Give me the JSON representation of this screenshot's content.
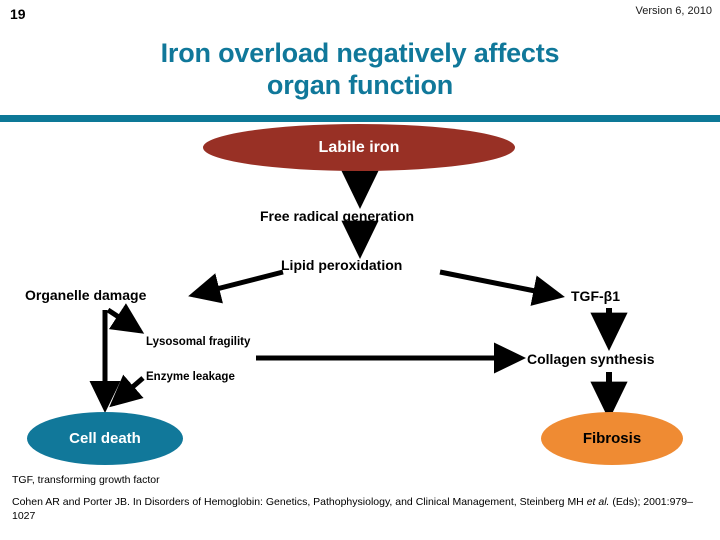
{
  "header": {
    "slide_number": "19",
    "version": "Version 6, 2010"
  },
  "title": {
    "line1": "Iron overload negatively affects",
    "line2": "organ function",
    "color": "#10789a",
    "rule_color": "#0d7897"
  },
  "diagram": {
    "nodes": {
      "labile_iron": "Labile iron",
      "free_radical_generation": "Free radical generation",
      "lipid_peroxidation": "Lipid peroxidation",
      "organelle_damage": "Organelle damage",
      "tgf_beta1": "TGF-β1",
      "lysosomal_fragility": "Lysosomal fragility",
      "enzyme_leakage": "Enzyme leakage",
      "collagen_synthesis": "Collagen synthesis",
      "cell_death": "Cell death",
      "fibrosis": "Fibrosis"
    },
    "colors": {
      "labile_iron_fill": "#983025",
      "labile_iron_text": "#ffffff",
      "cell_death_fill": "#11789a",
      "cell_death_text": "#ffffff",
      "fibrosis_fill": "#ef8b33",
      "fibrosis_text": "#000000",
      "arrow": "#000000"
    },
    "edges": [
      {
        "name": "labile-iron-to-free-radical",
        "from": "labile_iron",
        "to": "free_radical_generation"
      },
      {
        "name": "free-radical-to-lipid-peroxidation",
        "from": "free_radical_generation",
        "to": "lipid_peroxidation"
      },
      {
        "name": "lipid-peroxidation-to-organelle-damage",
        "from": "lipid_peroxidation",
        "to": "organelle_damage"
      },
      {
        "name": "lipid-peroxidation-to-tgf-beta1",
        "from": "lipid_peroxidation",
        "to": "tgf_beta1"
      },
      {
        "name": "organelle-damage-to-lysosomal-fragility",
        "from": "organelle_damage",
        "to": "lysosomal_fragility"
      },
      {
        "name": "organelle-damage-to-cell-death",
        "from": "organelle_damage",
        "to": "cell_death"
      },
      {
        "name": "enzyme-leakage-to-cell-death",
        "from": "enzyme_leakage",
        "to": "cell_death"
      },
      {
        "name": "enzyme-leakage-to-collagen-synthesis",
        "from": "enzyme_leakage",
        "to": "collagen_synthesis"
      },
      {
        "name": "tgf-beta1-to-collagen-synthesis",
        "from": "tgf_beta1",
        "to": "collagen_synthesis"
      },
      {
        "name": "collagen-synthesis-to-fibrosis",
        "from": "collagen_synthesis",
        "to": "fibrosis"
      }
    ]
  },
  "footnotes": {
    "abbreviation": "TGF, transforming growth factor",
    "citation_part1": "Cohen AR and Porter JB. In Disorders of Hemoglobin: Genetics, Pathophysiology, and Clinical Management, Steinberg MH ",
    "citation_italic": "et al.",
    "citation_part2": " (Eds); 2001:979–1027"
  }
}
